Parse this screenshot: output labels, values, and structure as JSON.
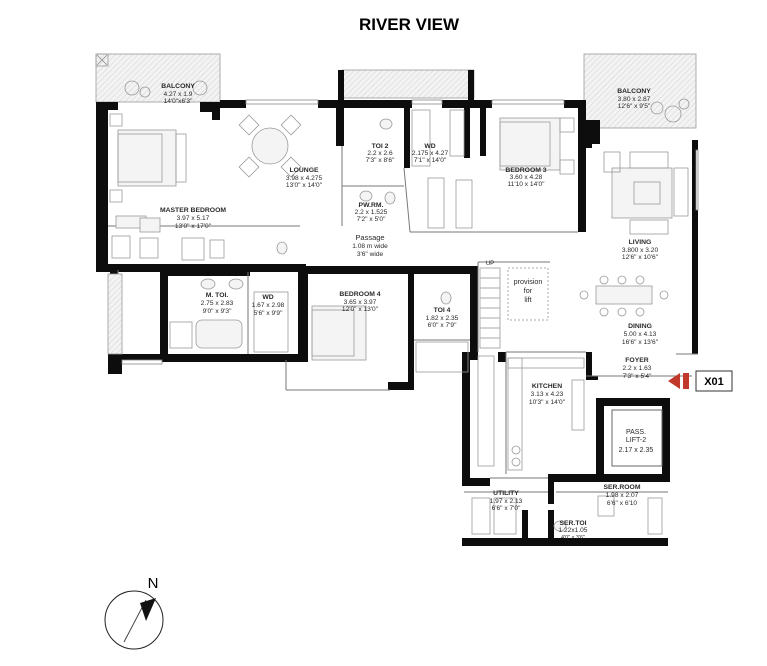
{
  "title": "RIVER VIEW",
  "unit_tag": "X01",
  "compass": {
    "north_label": "N"
  },
  "rooms": {
    "balcony1": {
      "name": "BALCONY",
      "dim1": "4.27 x 1.9",
      "dim2": "14'0\"x6'3\""
    },
    "balcony2": {
      "name": "BALCONY",
      "dim1": "3.80 x 2.87",
      "dim2": "12'6\" x 9'5\""
    },
    "lounge": {
      "name": "LOUNGE",
      "dim1": "3.98 x 4.275",
      "dim2": "13'0\" x 14'0\""
    },
    "master_bed": {
      "name": "MASTER BEDROOM",
      "dim1": "3.97 x 5.17",
      "dim2": "13'0\" x 17'0\""
    },
    "toi2": {
      "name": "TOI 2",
      "dim1": "2.2 x 2.6",
      "dim2": "7'3\" x 8'6\""
    },
    "wd_top": {
      "name": "WD",
      "dim1": "2.175 x 4.27",
      "dim2": "7'1\" x 14'0\""
    },
    "pwrm": {
      "name": "PW.RM.",
      "dim1": "2.2 x 1.525",
      "dim2": "7'2\" x 5'0\""
    },
    "bedroom3": {
      "name": "BEDROOM 3",
      "dim1": "3.60 x 4.28",
      "dim2": "11'10 x 14'0\""
    },
    "passage": {
      "name": "Passage",
      "dim1": "1.08 m wide",
      "dim2": "3'6\" wide"
    },
    "living": {
      "name": "LIVING",
      "dim1": "3.800 x 3.20",
      "dim2": "12'6\" x 10'6\""
    },
    "mtoi": {
      "name": "M. TOI.",
      "dim1": "2.75 x 2.83",
      "dim2": "9'0\" x 9'3\""
    },
    "wd_mid": {
      "name": "WD",
      "dim1": "1.67 x 2.98",
      "dim2": "5'6\" x 9'9\""
    },
    "bedroom4": {
      "name": "BEDROOM 4",
      "dim1": "3.65 x 3.97",
      "dim2": "12'0\" x 13'0\""
    },
    "toi4": {
      "name": "TOI 4",
      "dim1": "1.82 x 2.35",
      "dim2": "6'0\" x 7'9\""
    },
    "lift_prov": {
      "line1": "provision",
      "line2": "for",
      "line3": "lift"
    },
    "up": {
      "text": "UP"
    },
    "dining": {
      "name": "DINING",
      "dim1": "5.00 x 4.13",
      "dim2": "16'6\" x 13'6\""
    },
    "foyer": {
      "name": "FOYER",
      "dim1": "2.2 x 1.63",
      "dim2": "7'3\" x 5'4\""
    },
    "kitchen": {
      "name": "KITCHEN",
      "dim1": "3.13 x 4.23",
      "dim2": "10'3\" x 14'0\""
    },
    "pass_lift": {
      "name1": "PASS.",
      "name2": "LIFT-2",
      "dim1": "2.17 x 2.35"
    },
    "utility": {
      "name": "UTILITY",
      "dim1": "1.97 x 2.13",
      "dim2": "6'6\" x 7'0\""
    },
    "ser_room": {
      "name": "SER.ROOM",
      "dim1": "1.98 x 2.07",
      "dim2": "6'6\" x 6'10"
    },
    "ser_toi": {
      "name": "SER.TOI",
      "dim1": "1.22x1.05",
      "dim2": "4'0\" x 3'6\""
    }
  },
  "colors": {
    "wall": "#0d0d0d",
    "entry_arrow": "#c0392b",
    "furniture": "#9a9a9a"
  },
  "icons": {
    "entry": "entry-arrow-icon",
    "north": "north-arrow-icon"
  }
}
